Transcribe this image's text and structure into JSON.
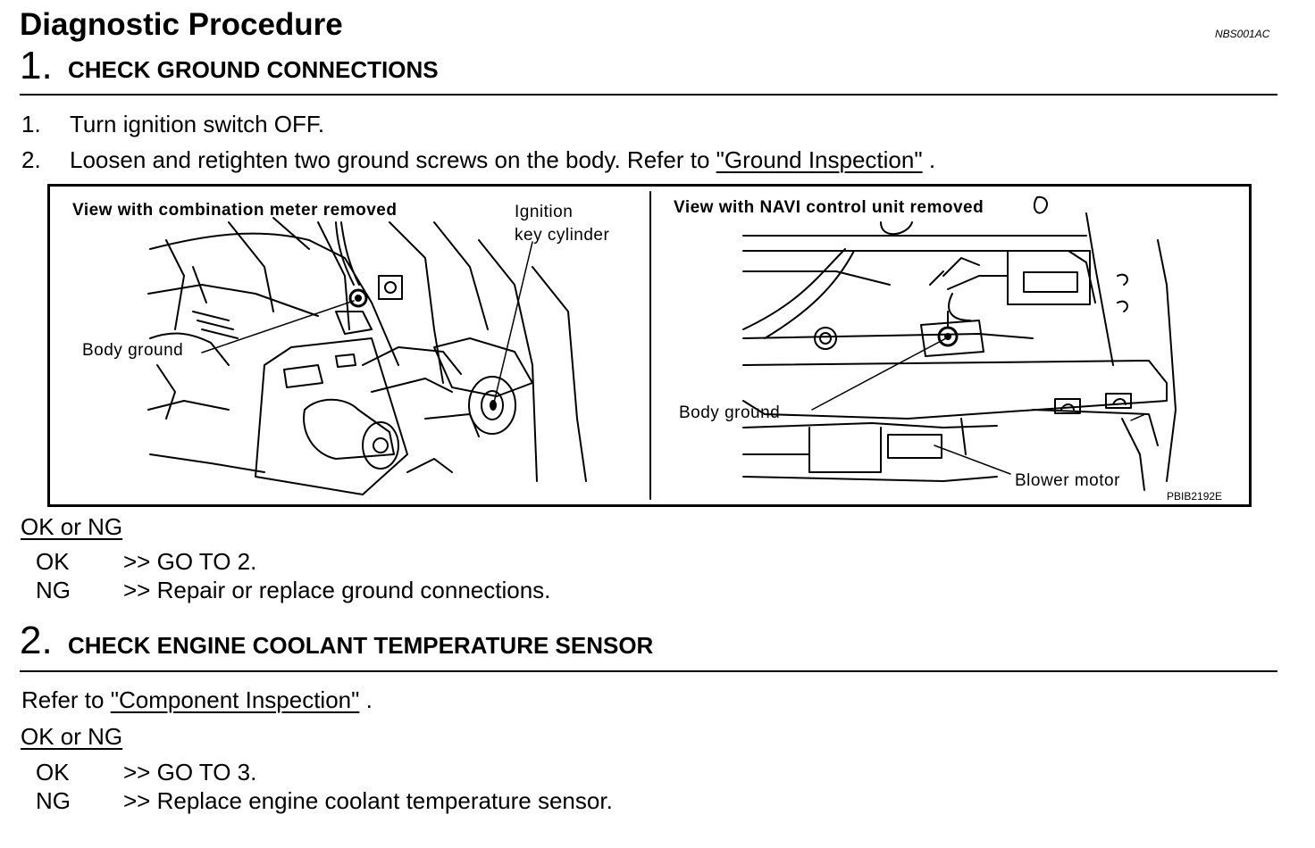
{
  "page": {
    "title": "Diagnostic Procedure",
    "code": "NBS001AC"
  },
  "step1": {
    "number": "1.",
    "title": "CHECK GROUND CONNECTIONS",
    "items": [
      {
        "num": "1.",
        "text": "Turn ignition switch OFF."
      },
      {
        "num": "2.",
        "text": "Loosen and retighten two ground screws on the body. Refer to",
        "link": "\"Ground Inspection\"",
        "after": "."
      }
    ],
    "figure": {
      "left_view_title": "View with combination meter removed",
      "left_label_ignition_1": "Ignition",
      "left_label_ignition_2": "key cylinder",
      "left_label_body_ground": "Body ground",
      "right_view_title": "View with NAVI control unit removed",
      "right_label_body_ground": "Body ground",
      "right_label_blower": "Blower motor",
      "figure_code": "PBIB2192E"
    },
    "ok_ng_heading": "OK or NG",
    "results": [
      {
        "status": "OK",
        "action": ">> GO TO 2."
      },
      {
        "status": "NG",
        "action": ">> Repair or replace ground connections."
      }
    ]
  },
  "step2": {
    "number": "2.",
    "title": "CHECK ENGINE COOLANT TEMPERATURE SENSOR",
    "refer_prefix": "Refer to",
    "refer_link": "\"Component Inspection\"",
    "refer_after": ".",
    "ok_ng_heading": "OK or NG",
    "results": [
      {
        "status": "OK",
        "action": ">> GO TO 3."
      },
      {
        "status": "NG",
        "action": ">> Replace engine coolant temperature sensor."
      }
    ]
  }
}
